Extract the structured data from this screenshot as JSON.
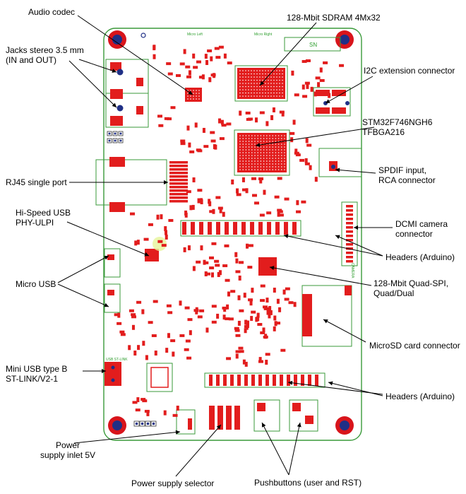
{
  "labels": {
    "audio_codec": "Audio codec",
    "sdram": "128-Mbit SDRAM 4Mx32",
    "jacks": "Jacks stereo 3.5 mm\n(IN and OUT)",
    "i2c": "I2C extension connector",
    "mcu": "STM32F746NGH6\nTFBGA216",
    "rj45": "RJ45 single port",
    "spdif": "SPDIF input,\nRCA connector",
    "hs_usb": "Hi-Speed USB\nPHY-ULPI",
    "dcmi": "DCMI camera\nconnector",
    "headers_top": "Headers (Arduino)",
    "micro_usb": "Micro USB",
    "qspi": "128-Mbit Quad-SPI,\nQuad/Dual",
    "microsd": "MicroSD card connector",
    "mini_usb": "Mini USB type B\nST-LINK/V2-1",
    "headers_bottom": "Headers (Arduino)",
    "power_inlet": "Power\nsupply inlet 5V",
    "power_selector": "Power supply selector",
    "pushbuttons": "Pushbuttons (user and RST)"
  },
  "silkscreen": {
    "sn": "SN",
    "micro_left": "Micro Left",
    "micro_right": "Micro Right",
    "camera": "CAMERA",
    "usb_st_link": "USB ST-LINK"
  },
  "colors": {
    "board_outline": "#3a9a3a",
    "component": "#e21d1d",
    "mounting_pad": "#d8141b",
    "mounting_hole": "#1f2f86",
    "leader": "#000000"
  }
}
